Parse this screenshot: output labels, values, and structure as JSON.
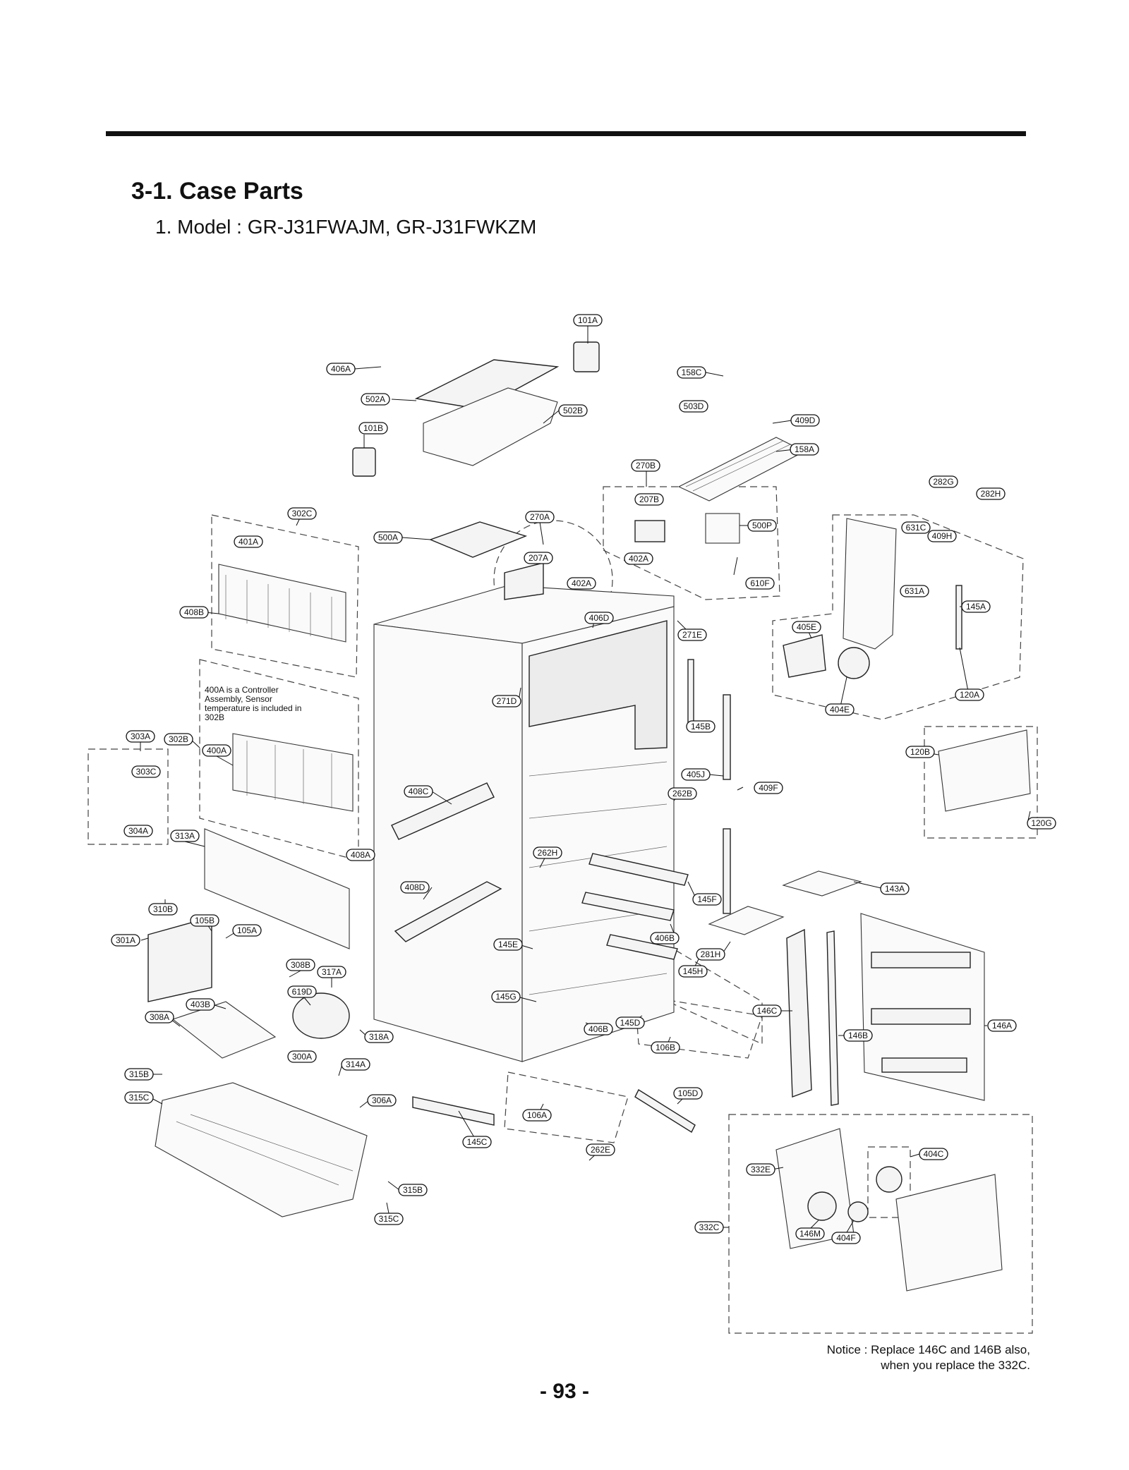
{
  "section_title": "3-1. Case Parts",
  "model_heading": "1. Model : GR-J31FWAJM, GR-J31FWKZM",
  "controller_note": "400A is a Controller Assembly, Sensor temperature is included in 302B",
  "notice": {
    "line1": "Notice : Replace 146C and 146B also,",
    "line2": "when you replace the 332C."
  },
  "page_number": "- 93 -",
  "part_labels": [
    "101A",
    "406A",
    "158C",
    "502A",
    "502B",
    "503D",
    "101B",
    "409D",
    "158A",
    "270B",
    "282G",
    "282H",
    "207B",
    "302C",
    "270A",
    "500A",
    "500P",
    "631C",
    "409H",
    "401A",
    "207A",
    "402A",
    "402A",
    "610F",
    "631A",
    "145A",
    "408B",
    "406D",
    "405E",
    "271E",
    "120A",
    "271D",
    "404E",
    "145B",
    "303A",
    "302B",
    "400A",
    "120B",
    "405J",
    "303C",
    "408C",
    "262B",
    "409F",
    "304A",
    "313A",
    "408A",
    "262H",
    "120G",
    "143A",
    "408D",
    "145F",
    "310B",
    "105B",
    "105A",
    "301A",
    "406B",
    "145E",
    "281H",
    "308B",
    "317A",
    "145H",
    "619D",
    "403B",
    "145G",
    "146C",
    "308A",
    "406B",
    "145D",
    "146A",
    "318A",
    "106B",
    "146B",
    "300A",
    "314A",
    "315B",
    "105D",
    "315C",
    "306A",
    "106A",
    "145C",
    "262E",
    "404C",
    "332E",
    "315B",
    "315C",
    "332C",
    "146M",
    "404F"
  ]
}
